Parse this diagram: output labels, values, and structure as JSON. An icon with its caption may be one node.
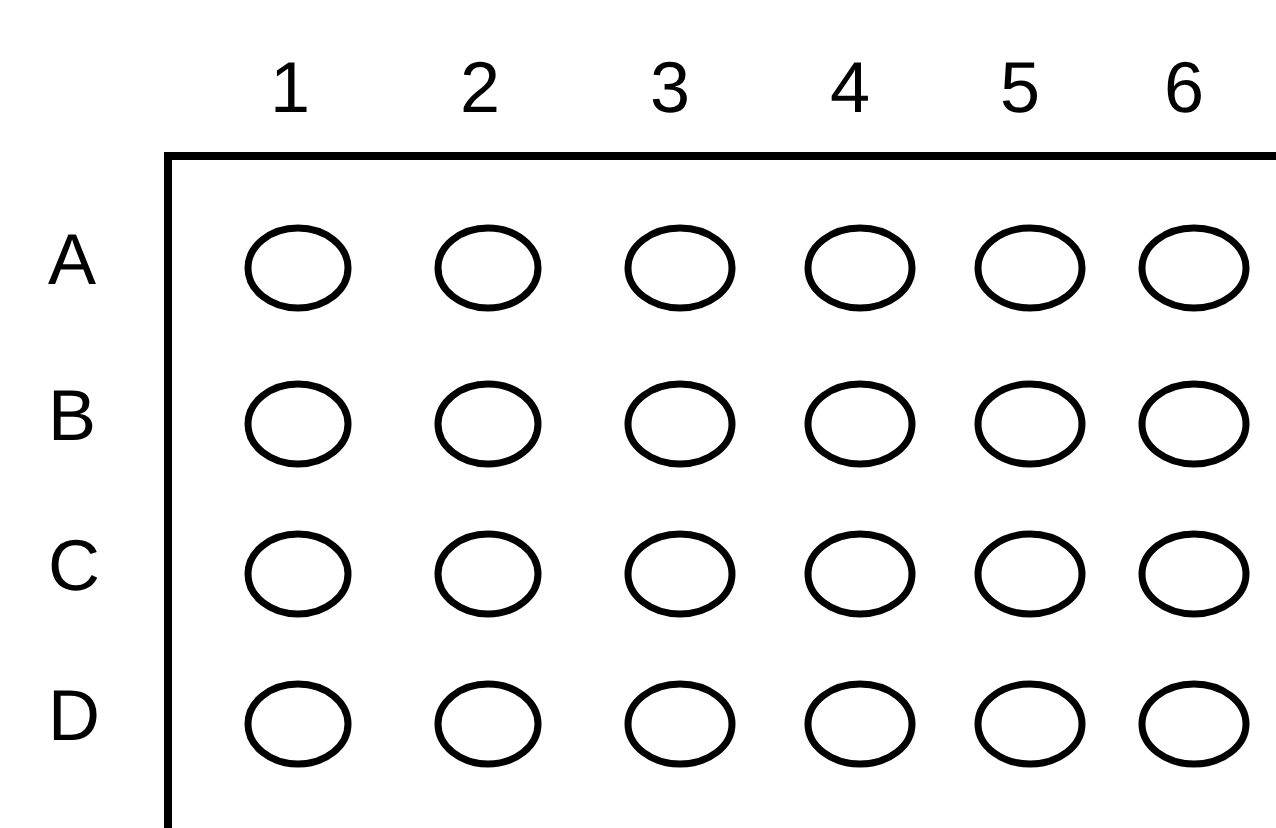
{
  "diagram": {
    "nodes": [
      {
        "text": [],
        "shape": "box"
      },
      {
        "text": [],
        "shape": "circle",
        "in": 0
      },
      {
        "text": [],
        "shape": "circle",
        "in": 0
      },
      {
        "text": [],
        "shape": "circle",
        "in": 0
      },
      {
        "text": [],
        "shape": "circle",
        "in": 0
      },
      {
        "text": [],
        "shape": "circle",
        "in": 0
      },
      {
        "text": [],
        "shape": "circle",
        "in": 0
      },
      {
        "text": [],
        "shape": "circle",
        "in": 0
      },
      {
        "text": [],
        "shape": "circle",
        "in": 0
      },
      {
        "text": [],
        "shape": "circle",
        "in": 0
      },
      {
        "text": [],
        "shape": "circle",
        "in": 0
      },
      {
        "text": [],
        "shape": "circle",
        "in": 0
      },
      {
        "text": [],
        "shape": "circle",
        "in": 0
      },
      {
        "text": [],
        "shape": "circle",
        "in": 0
      },
      {
        "text": [],
        "shape": "circle",
        "in": 0
      },
      {
        "text": [],
        "shape": "circle",
        "in": 0
      },
      {
        "text": [],
        "shape": "circle",
        "in": 0
      },
      {
        "text": [],
        "shape": "circle",
        "in": 0
      },
      {
        "text": [],
        "shape": "circle",
        "in": 0
      },
      {
        "text": [],
        "shape": "circle",
        "in": 0
      },
      {
        "text": [],
        "shape": "circle",
        "in": 0
      },
      {
        "text": [],
        "shape": "circle",
        "in": 0
      },
      {
        "text": [],
        "shape": "circle",
        "in": 0
      },
      {
        "text": [],
        "shape": "circle",
        "in": 0
      },
      {
        "text": [],
        "shape": "circle",
        "in": 0
      }
    ],
    "labels": [
      "1",
      "2",
      "3",
      "4",
      "5",
      "6",
      "A",
      "B",
      "C",
      "D"
    ]
  }
}
